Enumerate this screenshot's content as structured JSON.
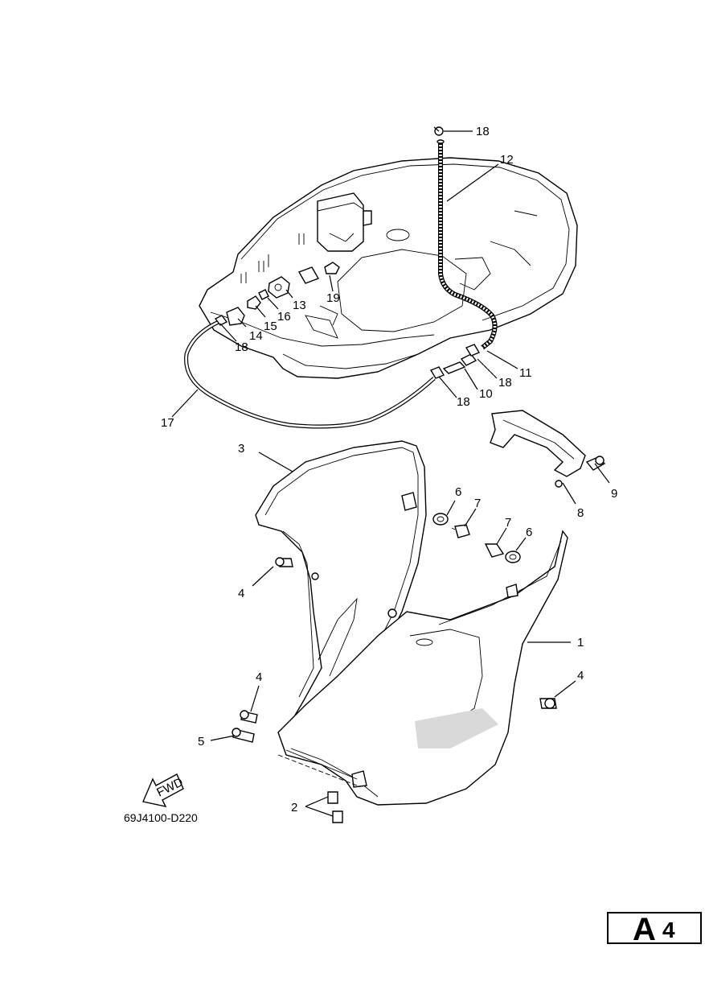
{
  "diagram": {
    "code": "69J4100-D220",
    "page_badge": {
      "letter": "A",
      "number": "4"
    },
    "fwd_label": "FWD",
    "callouts": {
      "c1": "1",
      "c2": "2",
      "c3": "3",
      "c4a": "4",
      "c4b": "4",
      "c4c": "4",
      "c5": "5",
      "c6a": "6",
      "c6b": "6",
      "c7a": "7",
      "c7b": "7",
      "c8": "8",
      "c9": "9",
      "c10": "10",
      "c11": "11",
      "c12": "12",
      "c13": "13",
      "c14": "14",
      "c15": "15",
      "c16": "16",
      "c17": "17",
      "c18a": "18",
      "c18b": "18",
      "c18c": "18",
      "c18d": "18",
      "c19": "19"
    }
  }
}
